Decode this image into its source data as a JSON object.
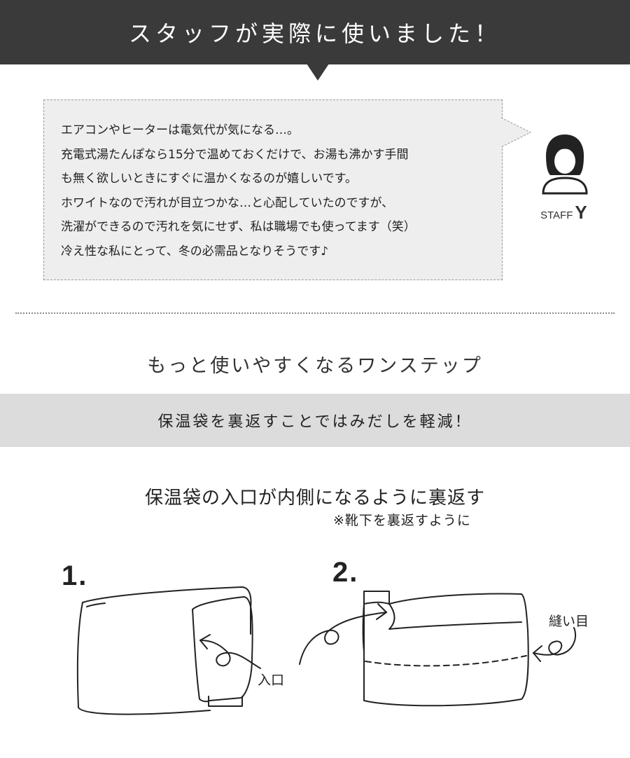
{
  "header": {
    "title": "スタッフが実際に使いました！"
  },
  "comment": {
    "lines": [
      "エアコンやヒーターは電気代が気になる…。",
      "充電式湯たんぽなら15分で温めておくだけで、お湯も沸かす手間",
      "も無く欲しいときにすぐに温かくなるのが嬉しいです。",
      "ホワイトなので汚れが目立つかな…と心配していたのですが、",
      "洗濯ができるので汚れを気にせず、私は職場でも使ってます（笑）",
      "冷え性な私にとって、冬の必需品となりそうです♪"
    ]
  },
  "staff": {
    "prefix": "STAFF",
    "initial": "Y",
    "icon": "woman-avatar-icon"
  },
  "section": {
    "heading": "もっと使いやすくなるワンステップ"
  },
  "tip": {
    "text": "保温袋を裏返すことではみだしを軽減！"
  },
  "instruction": {
    "title": "保温袋の入口が内側になるように裏返す",
    "note": "※靴下を裏返すように"
  },
  "steps": [
    {
      "number": "1.",
      "label": "入口"
    },
    {
      "number": "2.",
      "label": "縫い目"
    }
  ],
  "colors": {
    "header_bg": "#3a3a3a",
    "bubble_bg": "#eeeeee",
    "banner_bg": "#dcdcdc"
  }
}
